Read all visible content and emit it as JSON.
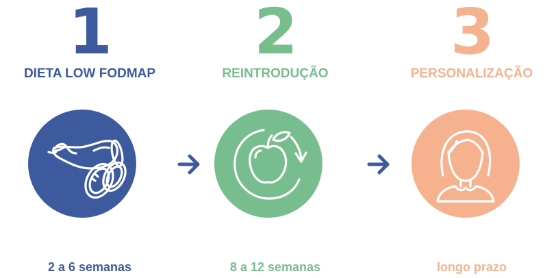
{
  "colors": {
    "step1": "#3d5a9e",
    "step2": "#78bd8e",
    "step3": "#f6b28f",
    "arrow": "#3d5a9e",
    "icon_stroke": "#ffffff"
  },
  "steps": [
    {
      "number": "1",
      "title": "DIETA LOW FODMAP",
      "icon": "eggplant-icon",
      "duration": "2 a 6 semanas"
    },
    {
      "number": "2",
      "title": "REINTRODUÇÃO",
      "icon": "apple-cycle-icon",
      "duration": "8 a 12 semanas"
    },
    {
      "number": "3",
      "title": "PERSONALIZAÇÃO",
      "icon": "person-icon",
      "duration": "longo prazo"
    }
  ],
  "arrows": [
    "arrow-right-icon",
    "arrow-right-icon"
  ]
}
